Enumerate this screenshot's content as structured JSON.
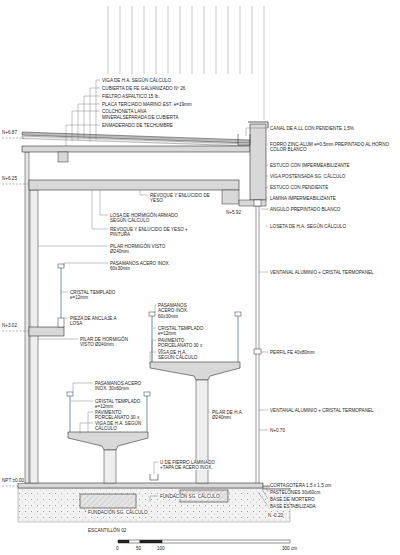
{
  "diagram": {
    "labels": [
      "VIGA DE H.A. SEGÚN CÁLCULO",
      "CUBIERTA DE FE GALVANIZADO Nº 26",
      "FIELTRO ASFALTICO 15 lb.",
      "PLACA TERCIADO MARINO EST. e=19mm",
      "COLCHONETA LANA",
      "MINERALSEPARADA DE CUBIERTA",
      "ENMADERADO DE TECHUMBRE",
      "N+6.87",
      "CANAL DE A.LL CON PENDIENTE 1,5%",
      "FORRO ZINC-ALUM e=0.5mm PREPINTADO AL HORNO COLOR BLANCO",
      "ESTUCO CON IMPERMEABILIZANTE",
      "N+6.25",
      "VIGA POSTENSADA SG. CÁLCULO",
      "ESTUCO CON PENDIENTE",
      "REVOQUE Y ENLUCIDO DE YESO",
      "LAMINA IMPERMEABILIZANTE",
      "ANGULO PREPINTADO BLANCO",
      "N+5.92",
      "LOSA DE HORMIGÓN ARMADO SEGÚN CÁLCULO",
      "LOSETA DE H.A. SEGÚN CÁLCULO",
      "REVOQUE Y ENLUCIDO DE YESO + PINTURA",
      "PILAR HORMIGÓN VISTO Ø240mm",
      "PASAMANOS ACERO INOX. 60x30mm",
      "VENTANAL ALUMINIO + CRISTAL TERMOPANEL",
      "CRISTAL TEMPLADO e=12mm",
      "PASAMANOS ACERO INOX. 60x30mm",
      "PIEZA DE ANCLAJE A LOSA",
      "N+3.02",
      "CRISTAL TEMPLADO e=12mm",
      "PAVIMENTO PORCELANATO 30 x 60cm",
      "PILAR DE HORMIGÓN VISTO Ø240mm",
      "VIGA DE H.A. SEGÚN CÁLCULO",
      "PERFIL FE 40x80mm",
      "PASAMANOS ACERO INOX. 30x60mm",
      "CRISTAL TEMPLADO e=12mm",
      "PAVIMENTO PORCELANATO 30 x 60cm",
      "VENTANAL ALUMINIO + CRISTAL TERMOPANEL",
      "PILAR DE H.A. Ø240mm",
      "VIGA DE H.A. SEGÚN CÁLCULO",
      "N+0.70",
      "U DE FIERRO LAMINADO +TAPA DE ACERO INOX.",
      "NPT ±0.00",
      "FUNDACIÓN SG. CÁLCULO",
      "CORTAGOTERA 1.5 x 1.5 cm",
      "PASTELONES 30x60cm",
      "BASE DE MORTERO",
      "BASE ESTABILIZADA",
      "FUNDACIÓN SG. CÁLCULO",
      "N -0.20",
      "ESCANTILLÓN 02",
      "0",
      "50",
      "100",
      "300 cm"
    ]
  }
}
